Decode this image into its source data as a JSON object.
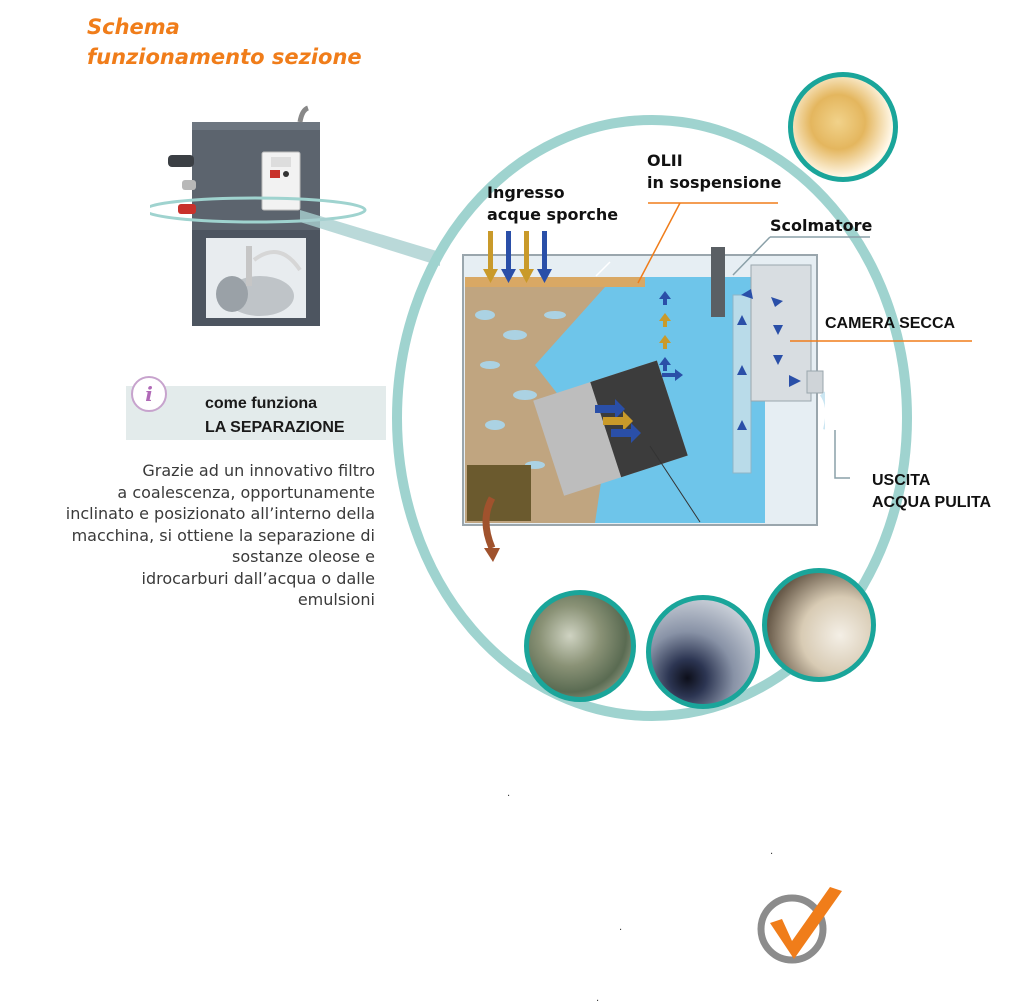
{
  "title": {
    "line1": "Schema",
    "line2": "funzionamento sezione"
  },
  "info": {
    "icon": "info-icon",
    "glyph": "i",
    "line1": "come funziona",
    "line2": "LA SEPARAZIONE"
  },
  "description": {
    "lines": [
      "Grazie ad un innovativo filtro",
      "a coalescenza, opportunamente",
      "inclinato e posizionato all’interno della",
      "macchina, si ottiene la separazione di",
      "sostanze oleose e",
      "idrocarburi dall’acqua o dalle",
      "emulsioni"
    ]
  },
  "diagram": {
    "labels": {
      "inlet_line1": "Ingresso",
      "inlet_line2": "acque sporche",
      "oils_line1": "OLII",
      "oils_line2": "in sospensione",
      "skimmer": "Scolmatore",
      "dry_chamber": "CAMERA SECCA",
      "outlet_line1": "USCITA",
      "outlet_line2": "ACQUA PULITA"
    },
    "colors": {
      "ring": "#9fd3cf",
      "water": "#6ec5ea",
      "accent": "#f07d1a",
      "photo_border": "#1aa59a",
      "arrow_blue": "#2a4fa8",
      "arrow_gold": "#c99a2a"
    }
  },
  "footer": {
    "dots": [
      ".",
      ".",
      ".",
      "."
    ],
    "logo": "checkmark-logo"
  }
}
